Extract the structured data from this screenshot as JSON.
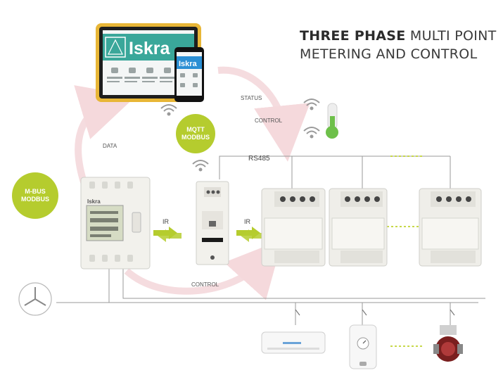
{
  "title": {
    "bold": "THREE PHASE",
    "rest_line1": " MULTI POINT",
    "line2": "METERING AND CONTROL"
  },
  "labels": {
    "status": "STATUS",
    "control_top": "CONTROL",
    "data": "DATA",
    "rs485": "RS485",
    "ir_left": "IR",
    "ir_right": "IR",
    "control_bottom": "CONTROL"
  },
  "badges": {
    "mqtt_line1": "MQTT",
    "mqtt_line2": "MODBUS",
    "mbus_line1": "M-BUS",
    "mbus_line2": "MODBUS"
  },
  "brand": {
    "tablet_logo": "Iskra",
    "phone_logo": "Iskra",
    "meter_logo": "Iskra"
  },
  "colors": {
    "accent_green": "#b5cc2e",
    "ir_arrow": "#b5cc2e",
    "flow_arrow": "#f5d9dc",
    "tablet_teal": "#3aa79a",
    "phone_blue": "#2b8fd4",
    "wire": "#9a9a9a"
  }
}
